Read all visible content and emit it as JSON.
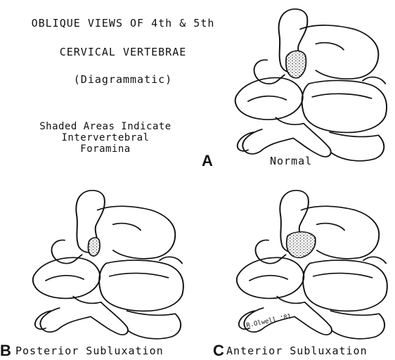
{
  "title": {
    "line1": "OBLIQUE VIEWS OF 4th & 5th",
    "line2": "CERVICAL VERTEBRAE",
    "line3": "(Diagrammatic)"
  },
  "note": {
    "line1": "Shaded Areas Indicate",
    "line2": "Intervertebral",
    "line3": "Foramina"
  },
  "panels": [
    {
      "letter": "A",
      "caption": "Normal",
      "icon": "vertebrae-drawing-icon"
    },
    {
      "letter": "B",
      "caption": "Posterior Subluxation",
      "icon": "vertebrae-drawing-icon"
    },
    {
      "letter": "C",
      "caption": "Anterior Subluxation",
      "icon": "vertebrae-drawing-icon"
    }
  ],
  "signature": "R.Olwell '81"
}
